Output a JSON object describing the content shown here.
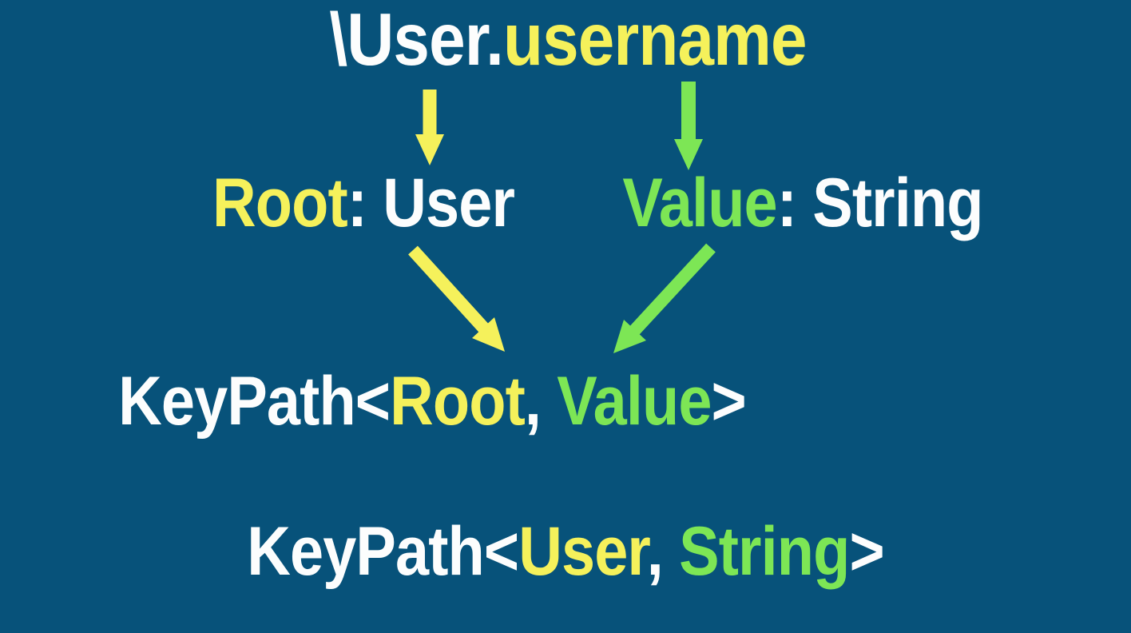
{
  "slide": {
    "expression": {
      "root_part": "\\User.",
      "value_part": "username"
    },
    "root_label": {
      "parameter": "Root",
      "binding": ": User"
    },
    "value_label": {
      "parameter": "Value",
      "binding": ": String"
    },
    "generic_signature": {
      "prefix": "KeyPath<",
      "root": "Root",
      "comma": ", ",
      "value": "Value",
      "close": ">"
    },
    "concrete_signature": {
      "prefix": "KeyPath<",
      "root": "User",
      "comma": ", ",
      "value": "String",
      "close": ">"
    }
  },
  "colors": {
    "background": "#07527A",
    "text_white": "#FCFDFD",
    "yellow": "#F5F15B",
    "green": "#7DE655"
  }
}
